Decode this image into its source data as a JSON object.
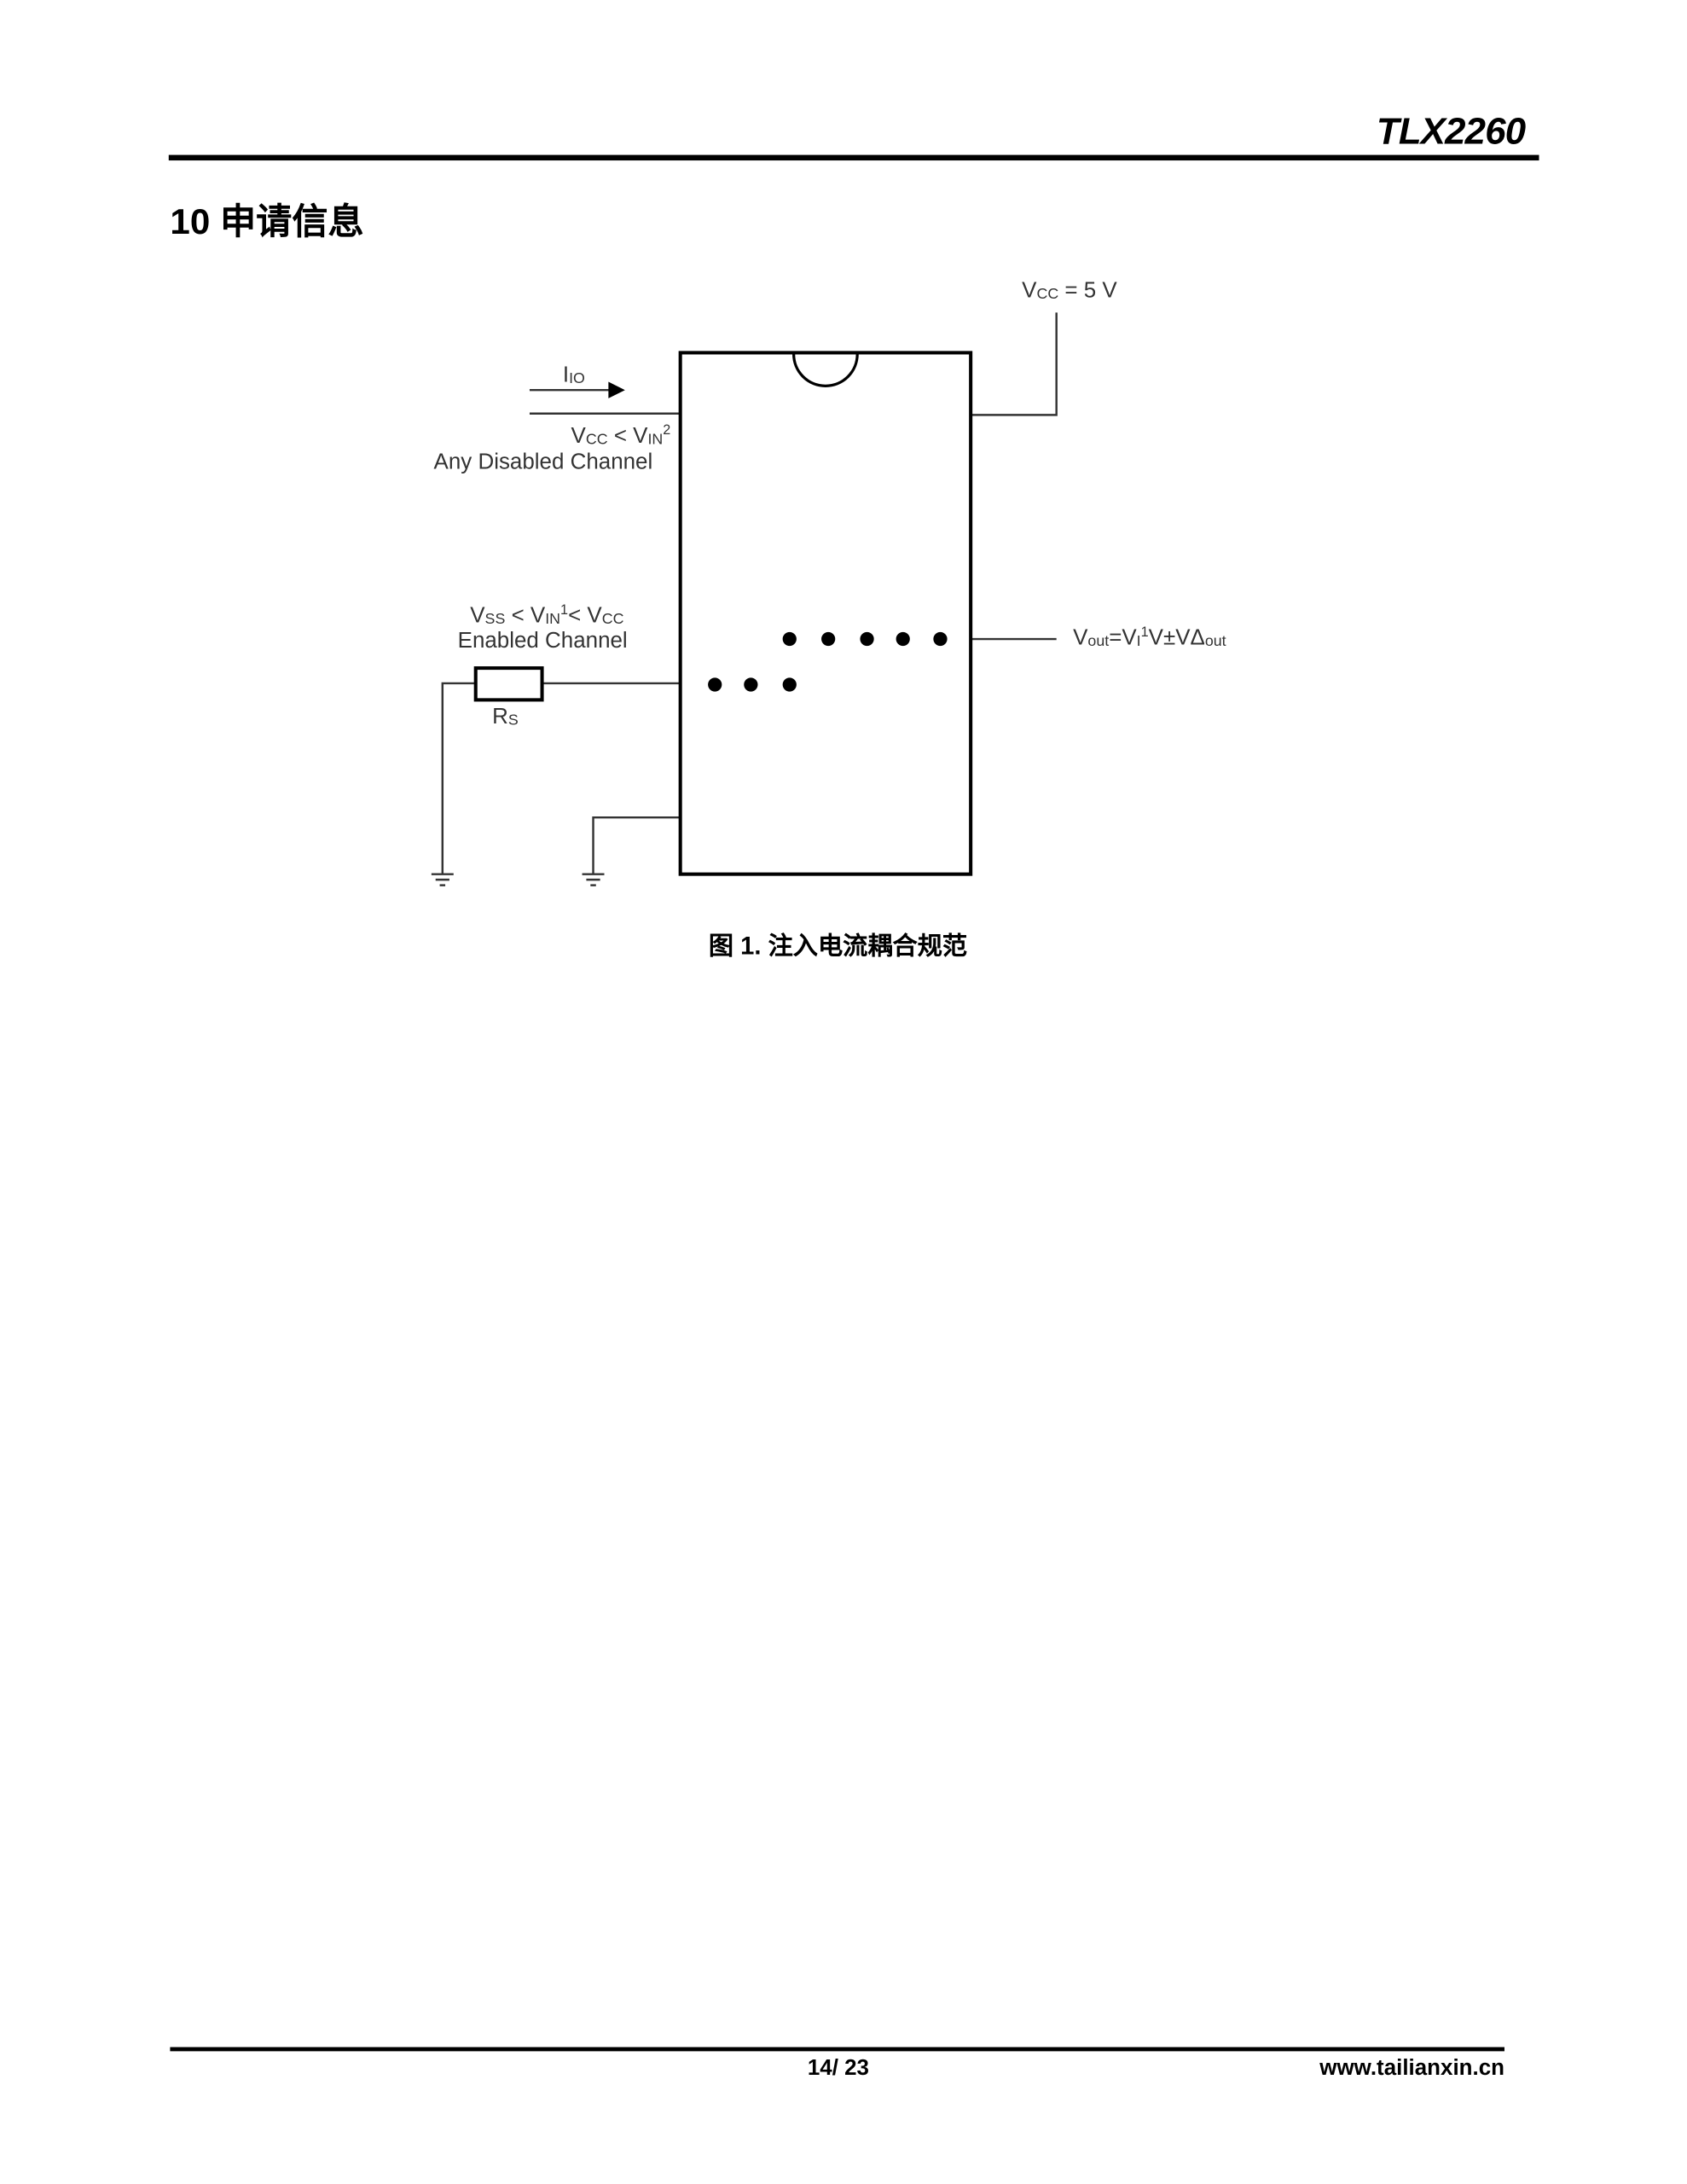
{
  "header": {
    "doc_title": "TLX2260"
  },
  "section": {
    "heading": "10 申请信息"
  },
  "figure": {
    "vcc_supply": {
      "main": "V",
      "sub": "CC",
      "rest": " = 5 V"
    },
    "iio": {
      "main": "I",
      "sub": "IO"
    },
    "disabled": {
      "v1": "V",
      "s1": "CC",
      "mid": " < V",
      "s2": "IN",
      "sup": "2",
      "line2": "Any Disabled Channel"
    },
    "enabled": {
      "v1": "V",
      "s1": "SS",
      "mid": " < V",
      "s2": "IN",
      "sup": "1",
      "end": "< V",
      "s3": "CC",
      "line2": "Enabled Channel"
    },
    "rs": {
      "main": "R",
      "sub": "S"
    },
    "vout": {
      "v": "V",
      "s1": "out",
      "eq": "=V",
      "s2": "I",
      "sup": "1",
      "rest": "V±VΔ",
      "s3": "out"
    },
    "caption": "图 1. 注入电流耦合规范"
  },
  "footer": {
    "page": "14/ 23",
    "website": "www.tailianxin.cn"
  }
}
